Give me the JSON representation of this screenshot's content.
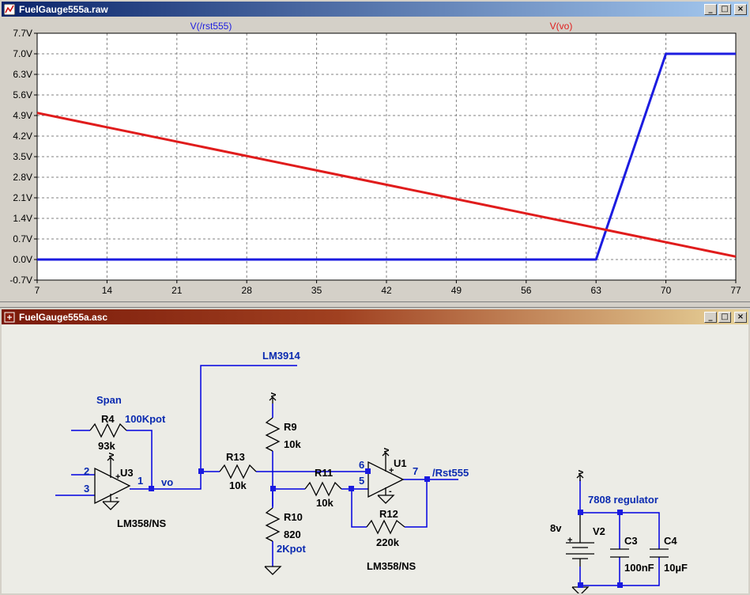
{
  "waveform_window": {
    "title": "FuelGauge555a.raw",
    "controls": {
      "minimize": "_",
      "maximize": "□",
      "close": "×"
    }
  },
  "schematic_window": {
    "title": "FuelGauge555a.asc",
    "controls": {
      "minimize": "_",
      "maximize": "□",
      "close": "×"
    }
  },
  "chart_data": {
    "type": "line",
    "title": "",
    "xlabel": "",
    "ylabel": "",
    "xlim": [
      7,
      77
    ],
    "ylim": [
      -0.7,
      7.7
    ],
    "x_ticks": [
      7,
      14,
      21,
      28,
      35,
      42,
      49,
      56,
      63,
      70,
      77
    ],
    "x_tick_labels": [
      "7",
      "14",
      "21",
      "28",
      "35",
      "42",
      "49",
      "56",
      "63",
      "70",
      "77"
    ],
    "y_ticks": [
      7.7,
      7.0,
      6.3,
      5.6,
      4.9,
      4.2,
      3.5,
      2.8,
      2.1,
      1.4,
      0.7,
      0.0,
      -0.7
    ],
    "y_tick_labels": [
      "7.7V",
      "7.0V",
      "6.3V",
      "5.6V",
      "4.9V",
      "4.2V",
      "3.5V",
      "2.8V",
      "2.1V",
      "1.4V",
      "0.7V",
      "0.0V",
      "-0.7V"
    ],
    "grid": true,
    "legend_placement": "top",
    "series": [
      {
        "name": "V(/rst555)",
        "color": "#1c1ce0",
        "x": [
          7,
          63,
          70,
          77
        ],
        "y": [
          0.0,
          0.0,
          7.0,
          7.0
        ]
      },
      {
        "name": "V(vo)",
        "color": "#e01c1c",
        "x": [
          7,
          77
        ],
        "y": [
          4.99,
          0.1
        ]
      }
    ]
  },
  "schematic": {
    "net_labels": {
      "lm3914": "LM3914",
      "span": "Span",
      "vo": "vo",
      "rst555": "/Rst555",
      "regulator": "7808 regulator"
    },
    "components": {
      "r4": {
        "ref": "R4",
        "value": "93k",
        "note": "100Kpot"
      },
      "r13": {
        "ref": "R13",
        "value": "10k"
      },
      "r9": {
        "ref": "R9",
        "value": "10k"
      },
      "r10": {
        "ref": "R10",
        "value": "820",
        "note": "2Kpot"
      },
      "r11": {
        "ref": "R11",
        "value": "10k"
      },
      "r12": {
        "ref": "R12",
        "value": "220k"
      },
      "u3": {
        "ref": "U3",
        "part": "LM358/NS"
      },
      "u1": {
        "ref": "U1",
        "part": "LM358/NS"
      },
      "v2": {
        "ref": "V2",
        "value": "8v"
      },
      "c3": {
        "ref": "C3",
        "value": "100nF"
      },
      "c4": {
        "ref": "C4",
        "value": "10µF"
      }
    },
    "pins": {
      "u3_p2": "2",
      "u3_p3": "3",
      "u3_p1": "1",
      "u1_p6": "6",
      "u1_p5": "5",
      "u1_p7": "7"
    },
    "supply_label": "v",
    "plus": "+",
    "minus": "-",
    "colors": {
      "wire": "#0000e0",
      "component": "#000000",
      "label": "#0a2ab0",
      "junction": "#1a1ae0"
    }
  }
}
